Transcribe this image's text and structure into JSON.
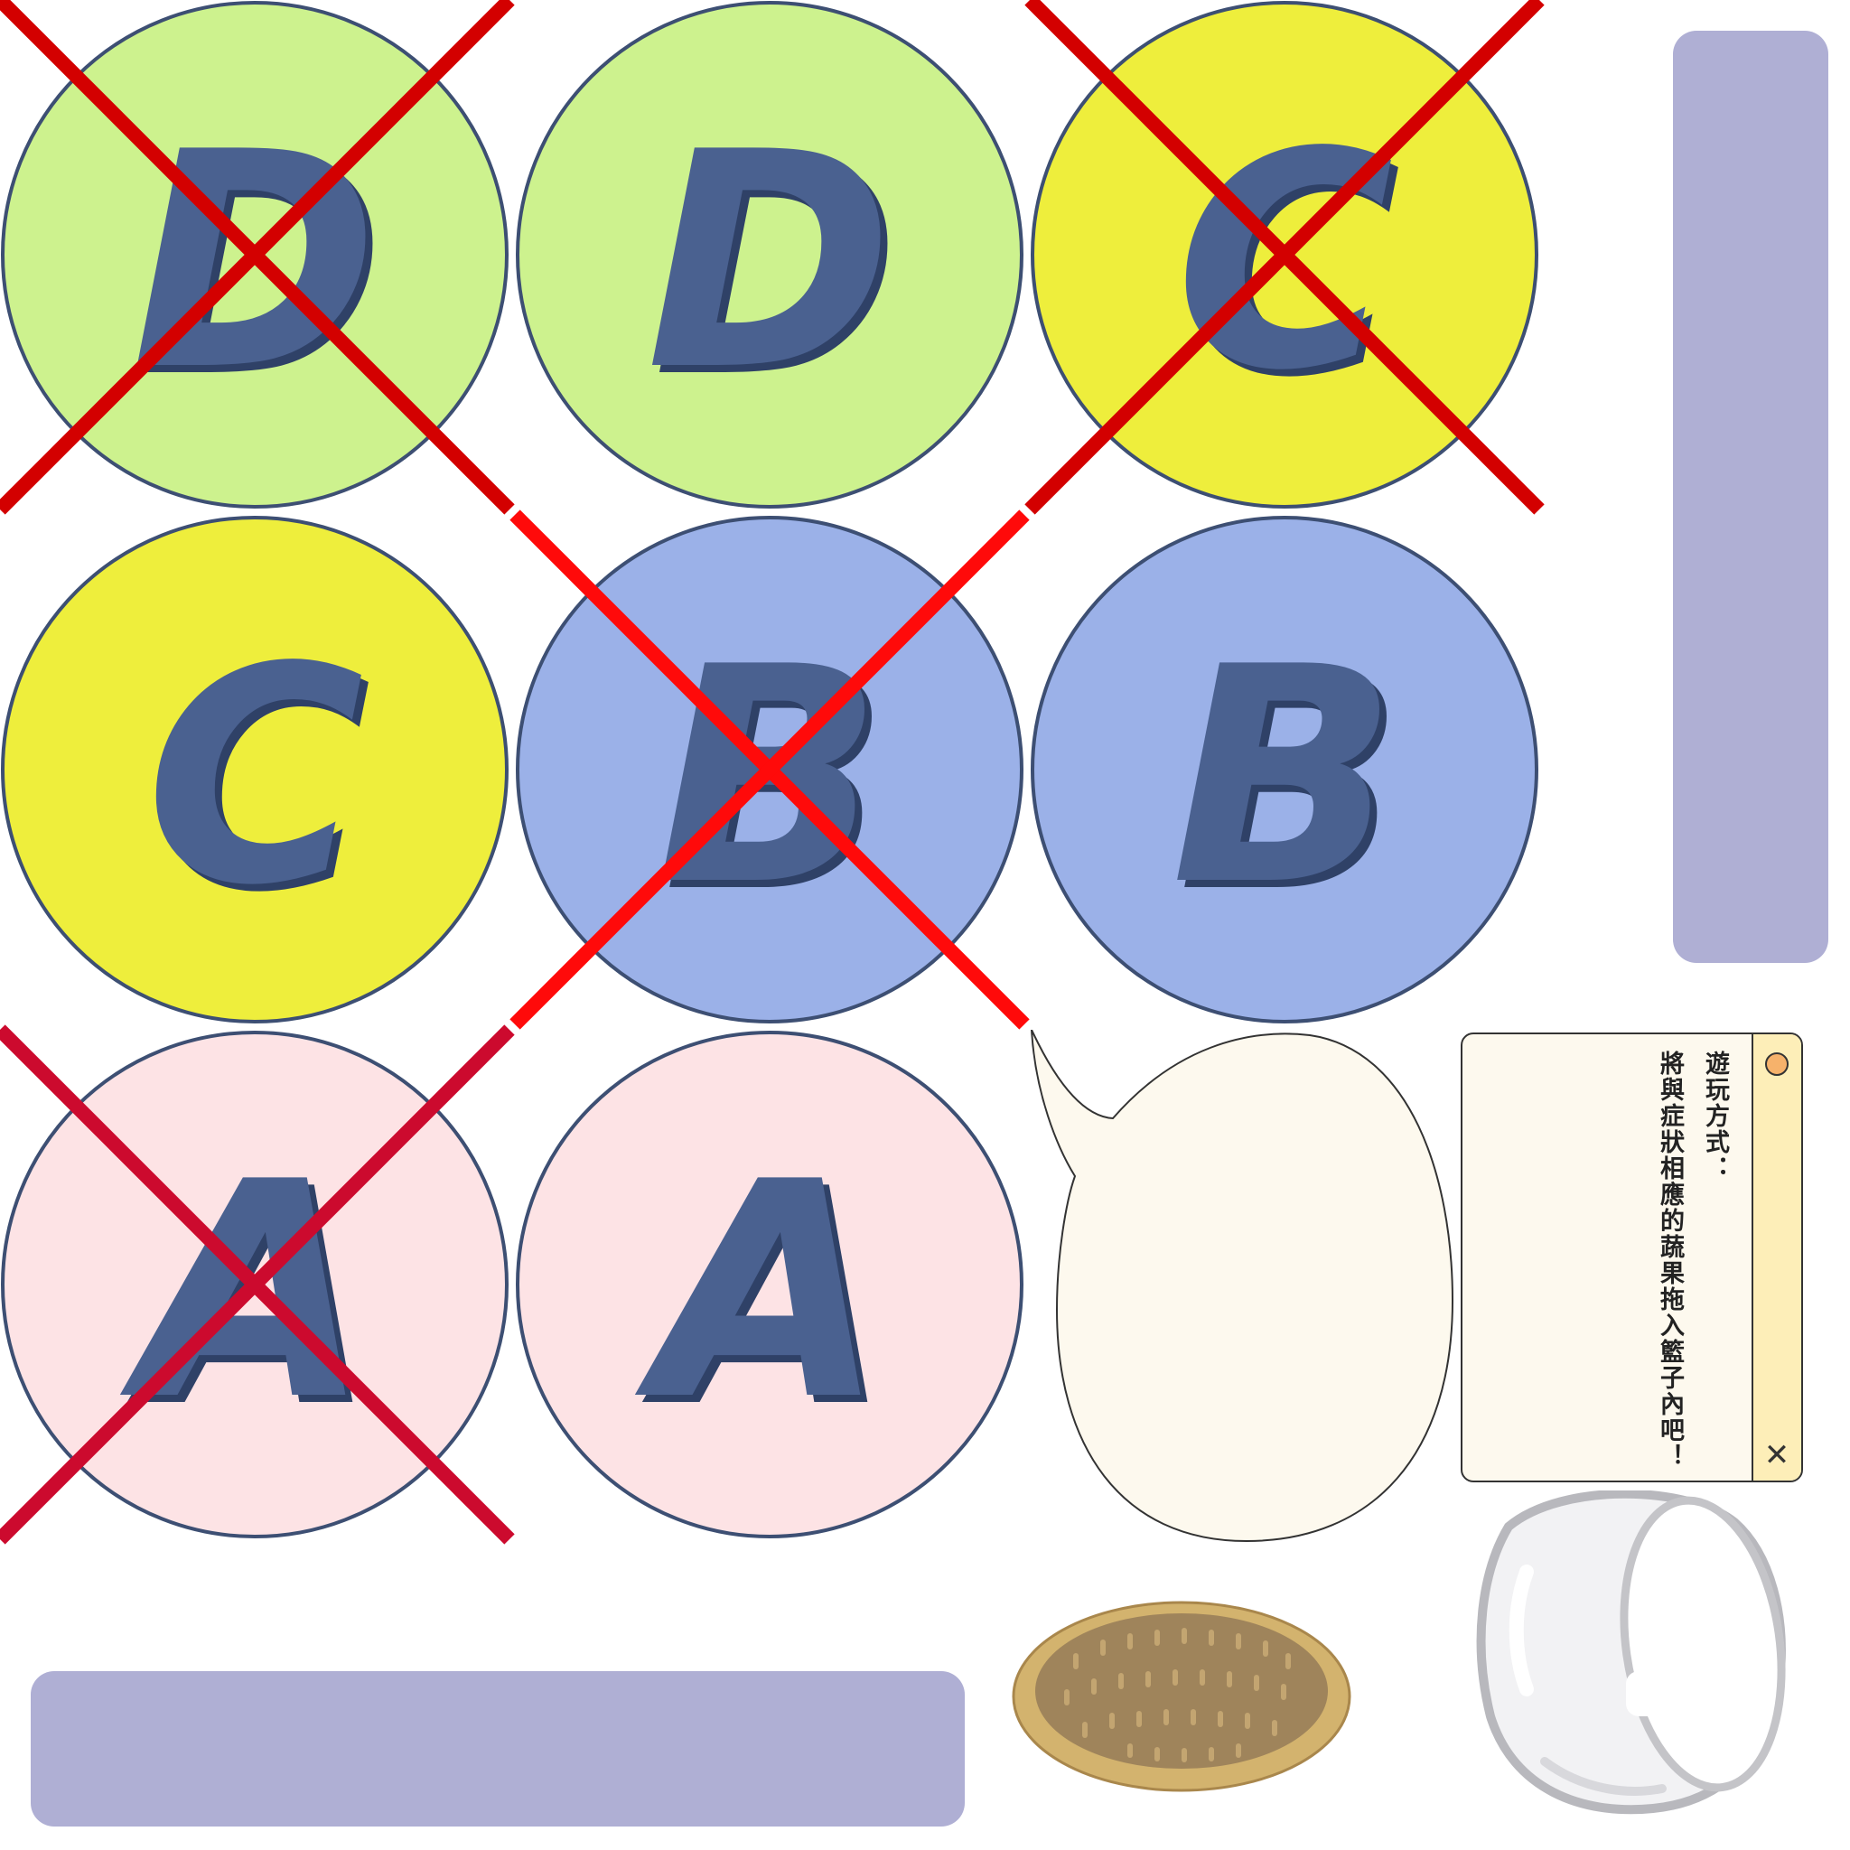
{
  "tiles": [
    {
      "letter": "D",
      "color": "#cdf28e",
      "crossed": true,
      "cross_color": "#d30000"
    },
    {
      "letter": "D",
      "color": "#cdf28e",
      "crossed": false
    },
    {
      "letter": "C",
      "color": "#eeee3c",
      "crossed": true,
      "cross_color": "#d30000"
    },
    {
      "letter": "C",
      "color": "#eeee3c",
      "crossed": false
    },
    {
      "letter": "B",
      "color": "#9bb1e8",
      "crossed": true,
      "cross_color": "#ff0a0a"
    },
    {
      "letter": "B",
      "color": "#9bb1e8",
      "crossed": false
    },
    {
      "letter": "A",
      "color": "#fde3e5",
      "crossed": true,
      "cross_color": "#cc0a2e"
    },
    {
      "letter": "A",
      "color": "#fde3e5",
      "crossed": false
    }
  ],
  "colors": {
    "letter": "#4a6190",
    "letter_shadow": "#2f4167",
    "outline": "#3d4f73",
    "bar": "#afafd4"
  },
  "instructions": {
    "title": "遊玩方式：",
    "body": "將與症狀相應的蔬果拖入籃子內吧！"
  },
  "icons": [
    "speech-bubble",
    "close-icon",
    "basket-image",
    "glass-bowl-image"
  ]
}
